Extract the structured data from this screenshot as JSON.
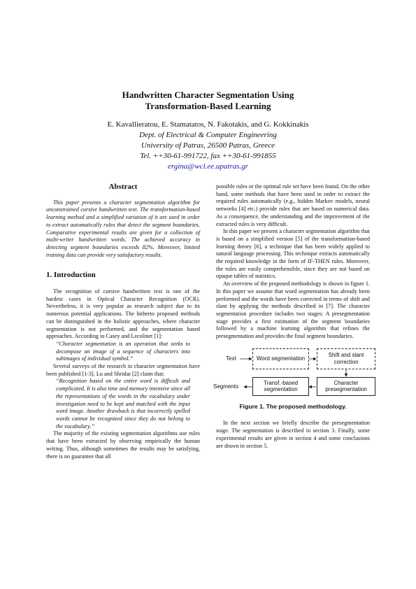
{
  "title_line1": "Handwritten Character Segmentation Using",
  "title_line2": "Transformation-Based Learning",
  "authors": "E. Kavallieratou, E. Stamatatos, N. Fakotakis, and G. Kokkinakis",
  "dept": "Dept. of Electrical & Computer Engineering",
  "university": "University of Patras, 26500 Patras, Greece",
  "tel": "Tel. ++30-61-991722, fax ++30-61-991855",
  "email": "ergina@wcl.ee.upatras.gr",
  "abstract_heading": "Abstract",
  "abstract_text": "This paper presents a character segmentation algorithm for unconstrained cursive handwritten text. The transformation-based learning method and a simplified variation of it are used in order to extract automatically rules that detect the segment boundaries. Comparative experimental results are given for a collection of multi-writer handwritten words. The achieved accuracy in detecting segment boundaries exceeds 82%. Moreover, limited training data can provide very satisfactory results.",
  "section1_heading": "1. Introduction",
  "intro_p1": "The recognition of cursive handwritten text is one of the hardest cases in Optical Character Recognition (OCR). Nevertheless, it is very popular as research subject due to its numerous potential applications. The hitherto proposed methods can be distinguished in the holistic approaches, where character segmentation is not performed, and the segmentation based approaches. According to Casey and Lecolinet [1]:",
  "quote1": "“Character segmentation is an operation that seeks to decompose an image of a sequence of characters into subimages of individual symbol.”",
  "intro_p2": "Several surveys of the research in character segmentation have been published [1-3]. Lu and Shridar [2] claim that:",
  "quote2": "“Recognition based on the entire word is difficult and complicated. It is also time and memory intensive since all the representations of the words in the vocabulary under investigation need to be kept and matched with the input word image. Another drawback is that incorrectly spelled words cannot be recognized since they do not belong to the vocabulary.”",
  "intro_p3": "The majority of the existing segmentation algorithms use rules that have been extracted by observing empirically the human writing. Thus, although sometimes the results may be satisfying, there is no guarantee that all",
  "right_p1": "possible rules or the optimal rule set have been found. On the other hand, some methods that have been used in order to extract the required rules automatically (e.g., hidden Markov models, neural networks [4] etc.) provide rules that are based on numerical data. As a consequence, the understanding and the improvement of the extracted rules is very difficult.",
  "right_p2": "In this paper we present a character segmentation algorithm that is based on a simplified version [5] of the transformation-based learning theory [6], a technique that has been widely applied to natural language processing. This technique extracts automatically the required knowledge in the form of IF-THEN rules. Moreover, the rules are easily comprehensible, since they are not based on opaque tables of statistics.",
  "right_p3": "An overview of the proposed methodology is shown in figure 1. In this paper we assume that word segmentation has already been performed and the words have been corrected in terms of shift and slant by applying the methods described in [7]. The character segmentation procedure includes two stages: A presegmentation stage provides a first estimation of the segment boundaries followed by a machine learning algorithm that refines the presegmentation and provides the final segment boundaries.",
  "figure": {
    "input_label": "Text",
    "output_label": "Segments",
    "box_word_seg": "Word segmentation",
    "box_shift_slant": "Shift and slant correction",
    "box_char_preseg": "Character presegmentation",
    "box_transf": "Transf.-based segmentation",
    "caption": "Figure 1. The proposed methodology."
  },
  "right_p4": "In the next section we briefly describe the presegmentation stage. The segmentation is described in section 3. Finally, some experimental results are given in section 4 and some conclusions are drawn in section 5."
}
